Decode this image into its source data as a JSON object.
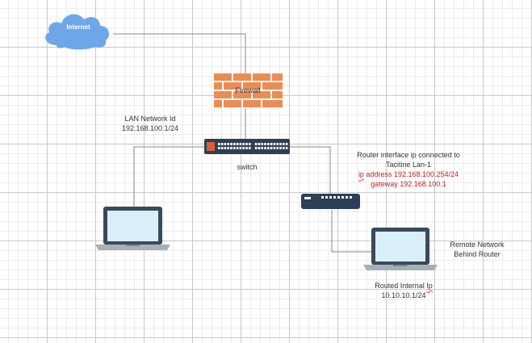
{
  "colors": {
    "cloud": "#6ea7e8",
    "brick": "#ec8c55",
    "mortar": "#ffffff",
    "device_dark": "#2d3f56",
    "device_port": "#ffffff",
    "laptop_body": "#3a4a5c",
    "laptop_screen": "#d9f0fb",
    "laptop_base": "#a7b0b8",
    "connector": "#8a8a8a",
    "text": "#333333",
    "accent_red": "#cc1f1f"
  },
  "nodes": {
    "internet": {
      "label": "Internet",
      "icon": "cloud-icon"
    },
    "firewall": {
      "label": "Firewall",
      "icon": "brick-wall-icon"
    },
    "switch": {
      "label": "switch",
      "icon": "network-switch-icon"
    },
    "router": {
      "icon": "router-icon"
    },
    "lan_laptop": {
      "icon": "laptop-icon"
    },
    "remote_laptop": {
      "icon": "laptop-icon"
    }
  },
  "annotations": {
    "lan_network": {
      "line1": "LAN Network Id",
      "line2": "192.168.100.1/24"
    },
    "router_interface": {
      "line1": "Router interface ip connected to",
      "line2": "Tacitine Lan-1",
      "line3_prefix": "ip",
      "line3_rest": " address 192.168.100.254/24",
      "line4": "gateway 192.168.100.1"
    },
    "remote_network": {
      "line1": "Remote Network",
      "line2": "Behind Router"
    },
    "routed_internal": {
      "line1_main": "Routed Internal ",
      "line1_ip": "Ip",
      "line2": "10.10.10.1/24"
    }
  }
}
